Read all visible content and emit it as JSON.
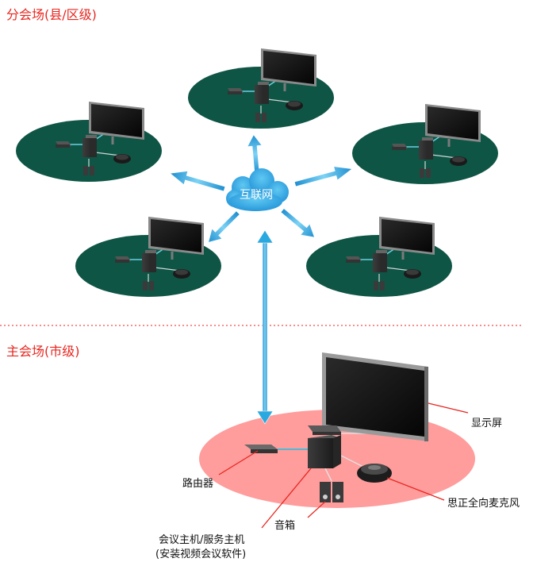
{
  "sections": {
    "branch_title": "分会场(县/区级)",
    "main_title": "主会场(市级)"
  },
  "cloud": {
    "label": "互联网"
  },
  "labels": {
    "display": "显示屏",
    "router": "路由器",
    "mic": "思正全向麦克风",
    "speaker": "音箱",
    "host_line1": "会议主机/服务主机",
    "host_line2": "(安装视频会议软件)"
  },
  "colors": {
    "section_text": "#e8261f",
    "branch_platform": "#0f5545",
    "main_platform": "#ff9c9c",
    "arrow": "#2aa9e0",
    "leader_line": "#e8261f",
    "divider": "#f04a4a"
  },
  "icons": {
    "branch_site": [
      "monitor-icon",
      "router-icon",
      "computer-icon",
      "microphone-icon",
      "speaker-icon"
    ],
    "main_site": [
      "monitor-icon",
      "router-icon",
      "computer-icon",
      "microphone-icon",
      "speaker-icon"
    ],
    "network": "cloud-icon"
  }
}
